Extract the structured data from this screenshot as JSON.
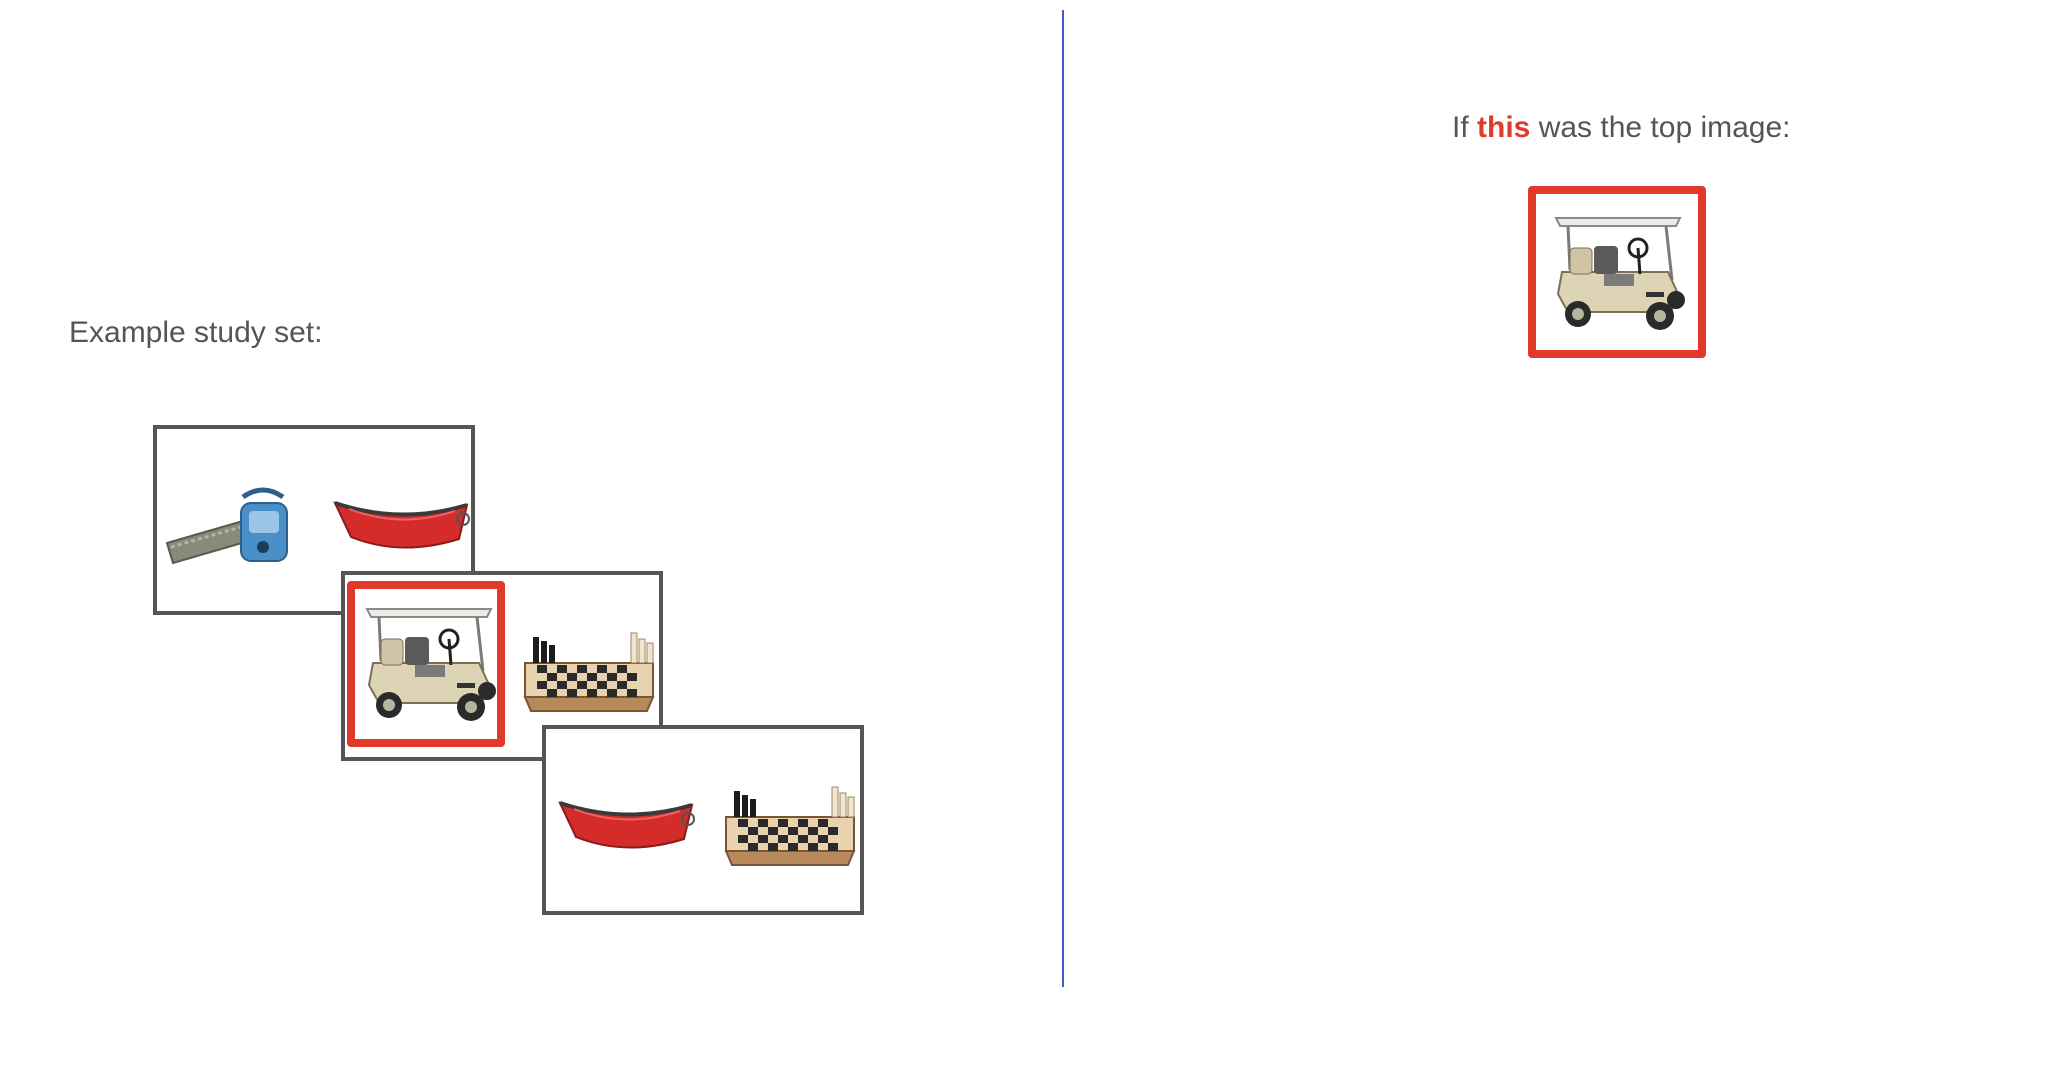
{
  "left_panel": {
    "heading": "Example study set:"
  },
  "right_panel": {
    "heading_prefix": "If",
    "heading_emphasis": "this",
    "heading_suffix": "was the top image:"
  },
  "colors": {
    "highlight": "#e23a2a",
    "card_border": "#555555",
    "divider": "#3a5fc8",
    "text": "#555555"
  },
  "icons": {
    "card1": [
      "chainsaw-icon",
      "canoe-icon"
    ],
    "card2": [
      "golf-cart-icon",
      "chess-board-icon"
    ],
    "card3": [
      "canoe-icon",
      "chess-board-icon"
    ],
    "target": "golf-cart-icon"
  }
}
